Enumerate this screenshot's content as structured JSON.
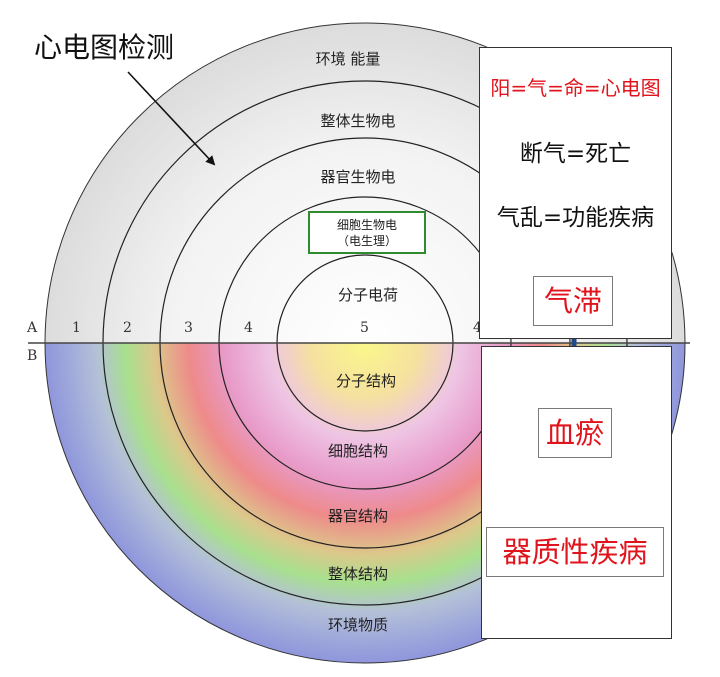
{
  "title": "心电图检测",
  "axis": {
    "row_a": "A",
    "row_b": "B",
    "numbers": [
      "1",
      "2",
      "3",
      "4",
      "5",
      "4"
    ]
  },
  "upper_rings": [
    "环境 能量",
    "整体生物电",
    "器官生物电",
    "分子电荷"
  ],
  "cell_box": {
    "line1": "细胞生物电",
    "line2": "（电生理）"
  },
  "lower_rings": [
    "分子结构",
    "细胞结构",
    "器官结构",
    "整体结构",
    "环境物质"
  ],
  "panel_top": {
    "line1": "阳=气=命=心电图",
    "line2": "断气=死亡",
    "line3": "气乱=功能疾病"
  },
  "flow": [
    "气滞",
    "血瘀",
    "器质性疾病"
  ],
  "colors": {
    "red": "#e0141c",
    "arrow": "#1e4a8c",
    "green_box": "#2e8b2e"
  }
}
